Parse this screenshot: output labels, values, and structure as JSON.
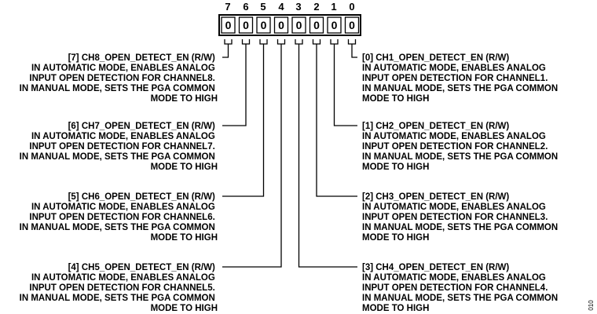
{
  "register": {
    "bit_numbers": [
      "7",
      "6",
      "5",
      "4",
      "3",
      "2",
      "1",
      "0"
    ],
    "bit_values": [
      "0",
      "0",
      "0",
      "0",
      "0",
      "0",
      "0",
      "0"
    ]
  },
  "fields": [
    {
      "bit": 7,
      "side": "left",
      "lines": [
        "[7] CH8_OPEN_DETECT_EN (R/W)",
        "IN AUTOMATIC MODE, ENABLES ANALOG",
        "INPUT OPEN DETECTION FOR CHANNEL8.",
        "IN MANUAL MODE, SETS THE PGA COMMON",
        "MODE TO HIGH"
      ]
    },
    {
      "bit": 6,
      "side": "left",
      "lines": [
        "[6] CH7_OPEN_DETECT_EN (R/W)",
        "IN AUTOMATIC MODE, ENABLES ANALOG",
        "INPUT OPEN DETECTION FOR CHANNEL7.",
        "IN MANUAL MODE, SETS THE PGA COMMON",
        "MODE TO HIGH"
      ]
    },
    {
      "bit": 5,
      "side": "left",
      "lines": [
        "[5] CH6_OPEN_DETECT_EN (R/W)",
        "IN AUTOMATIC MODE, ENABLES ANALOG",
        "INPUT OPEN DETECTION FOR CHANNEL6.",
        "IN MANUAL MODE, SETS THE PGA COMMON",
        "MODE TO HIGH"
      ]
    },
    {
      "bit": 4,
      "side": "left",
      "lines": [
        "[4] CH5_OPEN_DETECT_EN (R/W)",
        "IN AUTOMATIC MODE, ENABLES ANALOG",
        "INPUT OPEN DETECTION FOR CHANNEL5.",
        "IN MANUAL MODE, SETS THE PGA COMMON",
        "MODE TO HIGH"
      ]
    },
    {
      "bit": 0,
      "side": "right",
      "lines": [
        "[0] CH1_OPEN_DETECT_EN (R/W)",
        "IN AUTOMATIC MODE, ENABLES ANALOG",
        "INPUT OPEN DETECTION FOR CHANNEL1.",
        "IN MANUAL MODE, SETS THE PGA COMMON",
        "MODE TO HIGH"
      ]
    },
    {
      "bit": 1,
      "side": "right",
      "lines": [
        "[1] CH2_OPEN_DETECT_EN (R/W)",
        "IN AUTOMATIC MODE, ENABLES ANALOG",
        "INPUT OPEN DETECTION FOR CHANNEL2.",
        "IN MANUAL MODE, SETS THE PGA COMMON",
        "MODE TO HIGH"
      ]
    },
    {
      "bit": 2,
      "side": "right",
      "lines": [
        "[2] CH3_OPEN_DETECT_EN (R/W)",
        "IN AUTOMATIC MODE, ENABLES ANALOG",
        "INPUT OPEN DETECTION FOR CHANNEL3.",
        "IN MANUAL MODE, SETS THE PGA COMMON",
        "MODE TO HIGH"
      ]
    },
    {
      "bit": 3,
      "side": "right",
      "lines": [
        "[3] CH4_OPEN_DETECT_EN (R/W)",
        "IN AUTOMATIC MODE, ENABLES ANALOG",
        "INPUT OPEN DETECTION FOR CHANNEL4.",
        "IN MANUAL MODE, SETS THE PGA COMMON",
        "MODE TO HIGH"
      ]
    }
  ],
  "figure_id": "010"
}
